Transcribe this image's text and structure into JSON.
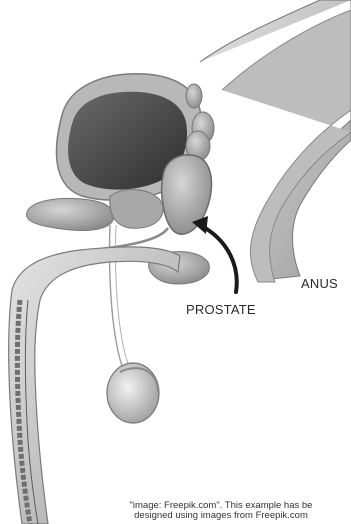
{
  "labels": {
    "anus": "ANUS",
    "prostate": "PROSTATE"
  },
  "credit": {
    "line1": "\"image: Freepik.com\". This example has be",
    "line2": "designed using images from Freepik.com"
  },
  "colors": {
    "tissue_light": "#cfcfcf",
    "tissue_mid": "#a9a9a9",
    "tissue_dark": "#4a4a4a",
    "arrow": "#1a1a1a"
  }
}
